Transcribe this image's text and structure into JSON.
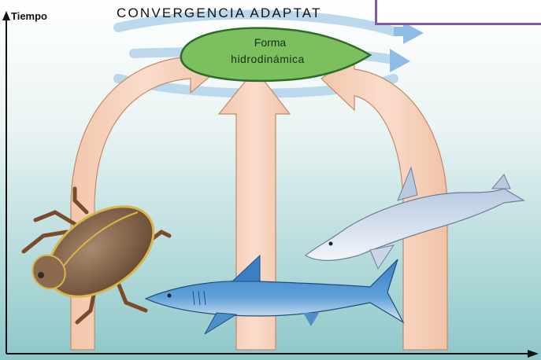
{
  "diagram": {
    "title": "CONVERGENCIA ADAPTAT",
    "y_axis_label": "Tiempo",
    "center_label_line1": "Forma",
    "center_label_line2": "hidrodinámica"
  },
  "colors": {
    "background_top": "#ffffff",
    "background_bottom": "#8dc7c9",
    "arrow_fill": "#f7d3bd",
    "arrow_stroke": "#c28a6b",
    "flow_streams": "#a9cde6",
    "flow_arrows": "#7fb2dd",
    "shape_fill": "#7cbf5f",
    "shape_stroke": "#2f6b28",
    "overlay_border": "#7e5aa8"
  },
  "icons": [
    "beetle-icon",
    "shark-icon",
    "dolphin-icon"
  ]
}
